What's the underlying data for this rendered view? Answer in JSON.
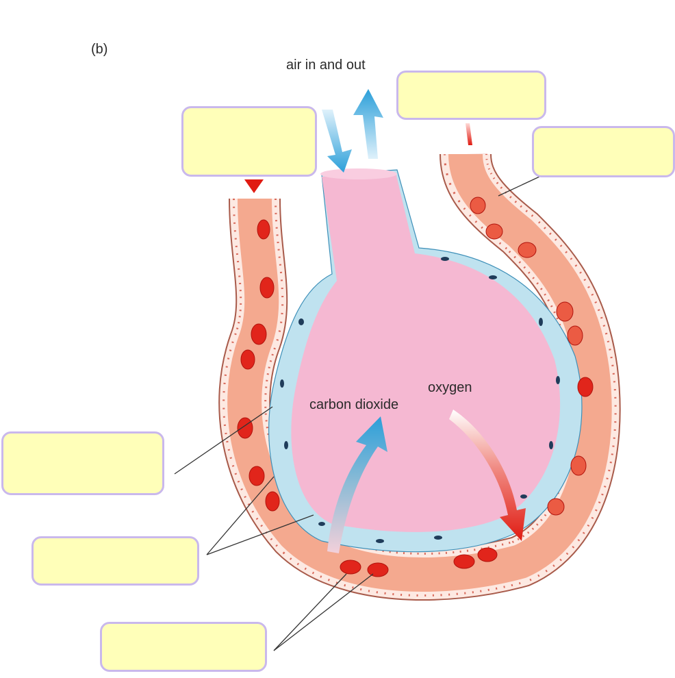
{
  "diagram": {
    "panel_label": "(b)",
    "air_label": "air in and out",
    "co2_label": "carbon dioxide",
    "o2_label": "oxygen"
  },
  "label_boxes": [
    {
      "id": "box-top-right",
      "text": ""
    },
    {
      "id": "box-top-left",
      "text": ""
    },
    {
      "id": "box-right",
      "text": ""
    },
    {
      "id": "box-left-1",
      "text": ""
    },
    {
      "id": "box-left-2",
      "text": ""
    },
    {
      "id": "box-bottom",
      "text": ""
    }
  ],
  "colors": {
    "alveolus": "#f5b8d2",
    "alveolus_wall": "#bfe2ef",
    "vessel": "#f4a98f",
    "vessel_wall": "#fde9e2",
    "red_cell": "#e1251b",
    "air_arrow": "#2b9fd9",
    "box_fill": "#ffffb9",
    "box_border": "#c9b8ec"
  }
}
